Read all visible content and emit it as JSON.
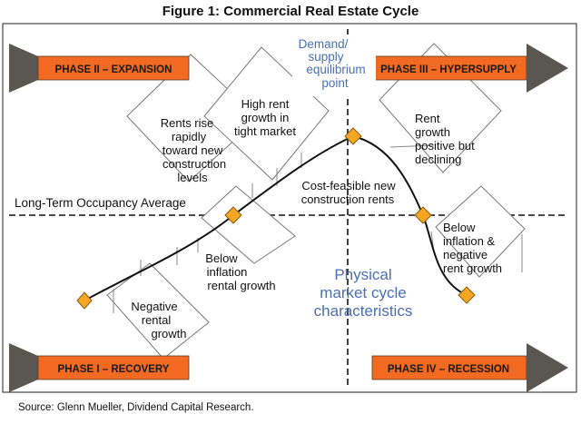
{
  "figure_title": "Figure 1: Commercial Real Estate Cycle",
  "source_note": "Source: Glenn Mueller, Dividend Capital Research.",
  "occupancy_label": "Long-Term Occupancy Average",
  "equilibrium_label": [
    "Demand/",
    "supply",
    "equilibrium",
    "point"
  ],
  "center_label": [
    "Physical",
    "market cycle",
    "characteristics"
  ],
  "phases": {
    "expansion": "PHASE II – EXPANSION",
    "hypersupply": "PHASE III – HYPERSUPPLY",
    "recovery": "PHASE I – RECOVERY",
    "recession": "PHASE IV – RECESSION"
  },
  "annotations": {
    "rents_rise": [
      "Rents rise",
      "rapidly",
      "toward new",
      "construction",
      "levels"
    ],
    "high_rent": [
      "High rent",
      "growth in",
      "tight market"
    ],
    "cost_feasible": [
      "Cost-feasible new",
      "construction rents"
    ],
    "below_inflation_rental": [
      "Below",
      "inflation",
      "rental growth"
    ],
    "negative_rental": [
      "Negative",
      "rental",
      "growth"
    ],
    "rent_growth_declining": [
      "Rent",
      "growth",
      "positive but",
      "declining"
    ],
    "below_inflation_negative": [
      "Below",
      "inflation &",
      "negative",
      "rent growth"
    ]
  },
  "colors": {
    "phase_fill": "#F26A21",
    "arrow_gray": "#5a5650",
    "marker_fill": "#F5A623",
    "blue_text": "#4a6fb5",
    "line": "#111111",
    "thin_line": "#888888"
  }
}
